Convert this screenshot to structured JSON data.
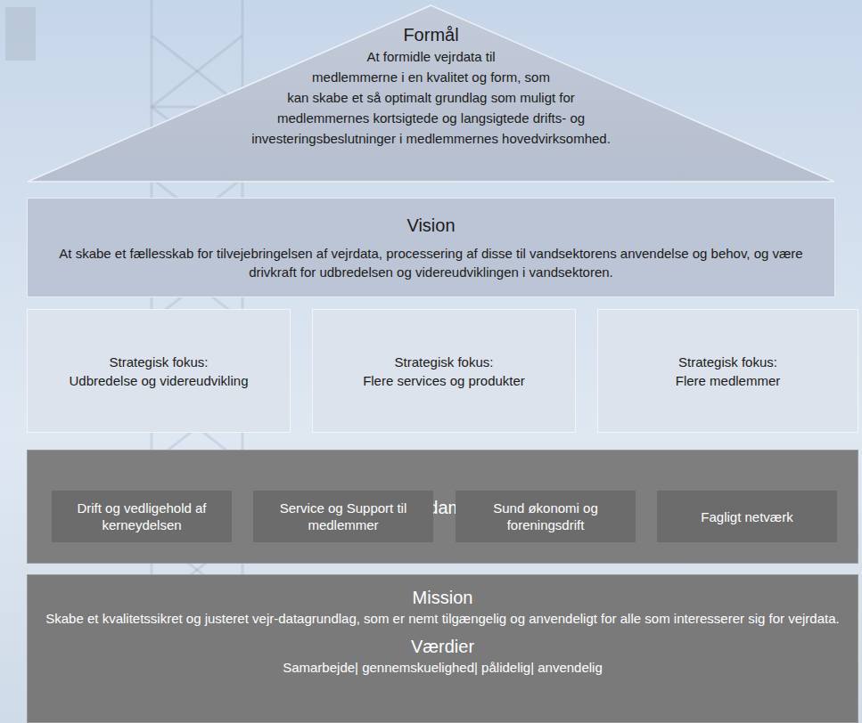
{
  "diagram": {
    "nodes": [
      {
        "text": [
          "Formål",
          "At formidle vejrdata til medlemmerne i en kvalitet og form, som kan skabe et så optimalt grundlag som muligt for medlemmernes kortsigtede og langsigtede drifts- og investeringsbeslutninger i medlemmernes hovedvirksomhed."
        ]
      },
      {
        "text": [
          "Vision",
          "At skabe et fællesskab for tilvejebringelsen af vejrdata, processering af disse til vandsektorens anvendelse og behov, og være drivkraft for udbredelsen og videreudviklingen i vandsektoren."
        ]
      },
      {
        "text": [
          "Strategisk fokus:",
          "Udbredelse og videreudvikling"
        ]
      },
      {
        "text": [
          "Strategisk fokus:",
          "Flere services og produkter"
        ]
      },
      {
        "text": [
          "Strategisk fokus:",
          "Flere medlemmer"
        ]
      },
      {
        "text": [
          "Fundament"
        ]
      },
      {
        "text": [
          "Drift og vedligehold af kerneydelsen"
        ],
        "in": 5
      },
      {
        "text": [
          "Service og Support til medlemmer"
        ],
        "in": 5
      },
      {
        "text": [
          "Sund økonomi og foreningsdrift"
        ],
        "in": 5
      },
      {
        "text": [
          "Fagligt netværk"
        ],
        "in": 5
      },
      {
        "text": [
          "Mission",
          "Skabe et kvalitetssikret og justeret vejr-datagrundlag, som er nemt tilgængelig og anvendeligt for alle som interesserer sig for vejrdata.",
          "Værdier",
          "Samarbejde| gennemskuelighed| pålidelig| anvendelig"
        ]
      }
    ]
  }
}
